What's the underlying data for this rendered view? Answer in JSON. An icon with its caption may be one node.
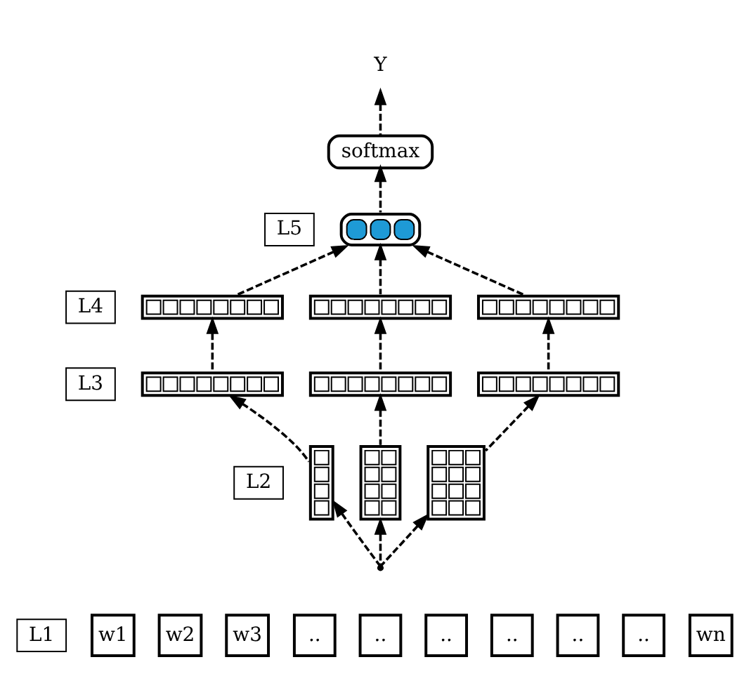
{
  "diagram": {
    "nodes": [
      {
        "text": [
          "Y"
        ]
      },
      {
        "text": [
          "softmax"
        ]
      },
      {
        "text": [],
        "shape": "bar"
      },
      {
        "text": [],
        "shape": "bar"
      },
      {
        "text": [],
        "shape": "bar"
      },
      {
        "text": [],
        "shape": "bar"
      },
      {
        "text": [],
        "shape": "bar"
      },
      {
        "text": [],
        "shape": "bar"
      },
      {
        "text": [],
        "shape": "bar"
      },
      {
        "text": [],
        "shape": "box"
      },
      {
        "text": [],
        "shape": "box"
      },
      {
        "text": [],
        "shape": "box"
      },
      {
        "text": [],
        "shape": "dot"
      },
      {
        "text": [
          "w1"
        ]
      },
      {
        "text": [
          "w2"
        ]
      },
      {
        "text": [
          "w3"
        ]
      },
      {
        "text": [
          ".."
        ]
      },
      {
        "text": [
          ".."
        ]
      },
      {
        "text": [
          ".."
        ]
      },
      {
        "text": [
          ".."
        ]
      },
      {
        "text": [
          ".."
        ]
      },
      {
        "text": [
          ".."
        ]
      },
      {
        "text": [
          "wn"
        ]
      }
    ],
    "edges": [
      {
        "from": 1,
        "to": 0,
        "arrow": "to",
        "style": "dashed"
      },
      {
        "from": 2,
        "to": 1,
        "arrow": "to",
        "style": "dashed"
      },
      {
        "from": 3,
        "to": 2,
        "arrow": "to",
        "style": "dashed"
      },
      {
        "from": 4,
        "to": 2,
        "arrow": "to",
        "style": "dashed"
      },
      {
        "from": 5,
        "to": 2,
        "arrow": "to",
        "style": "dashed"
      },
      {
        "from": 6,
        "to": 3,
        "arrow": "to",
        "style": "dashed"
      },
      {
        "from": 7,
        "to": 4,
        "arrow": "to",
        "style": "dashed"
      },
      {
        "from": 8,
        "to": 5,
        "arrow": "to",
        "style": "dashed"
      },
      {
        "from": 9,
        "to": 6,
        "arrow": "to",
        "style": "dashed"
      },
      {
        "from": 10,
        "to": 7,
        "arrow": "to",
        "style": "dashed"
      },
      {
        "from": 11,
        "to": 8,
        "arrow": "to",
        "style": "dashed"
      },
      {
        "from": 12,
        "to": 9,
        "arrow": "to",
        "style": "dashed"
      },
      {
        "from": 12,
        "to": 10,
        "arrow": "to",
        "style": "dashed"
      },
      {
        "from": 12,
        "to": 11,
        "arrow": "to",
        "style": "dashed"
      }
    ],
    "labels": [
      "L5",
      "L4",
      "L3",
      "L2",
      "L1"
    ]
  }
}
